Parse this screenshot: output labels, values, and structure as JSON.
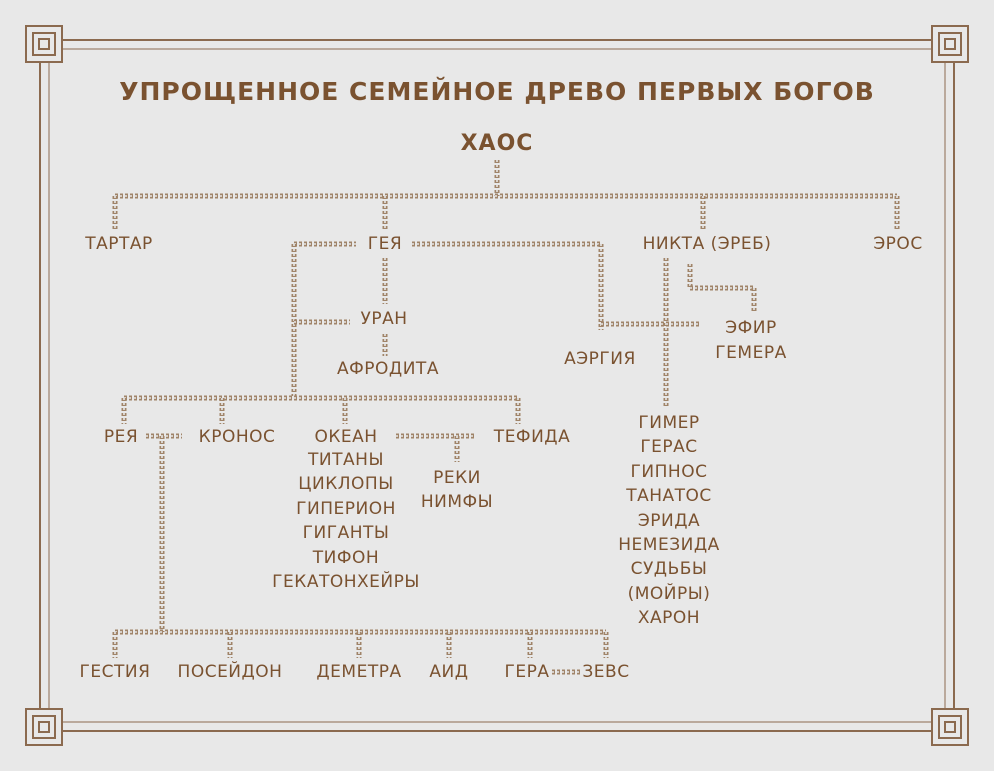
{
  "title": "УПРОЩЕННОЕ СЕМЕЙНОЕ ДРЕВО ПЕРВЫХ БОГОВ",
  "root": "ХАОС",
  "nodes": {
    "tartar": "ТАРТАР",
    "geya": "ГЕЯ",
    "nikta": "НИКТА (ЭРЕБ)",
    "eros": "ЭРОС",
    "uran": "УРАН",
    "afrodita": "АФРОДИТА",
    "aergiya": "АЭРГИЯ",
    "efir": "ЭФИР",
    "gemera": "ГЕМЕРА",
    "reya": "РЕЯ",
    "kronos": "КРОНОС",
    "okean": "ОКЕАН",
    "tefida": "ТЕФИДА",
    "reki": "РЕКИ",
    "nimfy": "НИМФЫ",
    "gestiya": "ГЕСТИЯ",
    "poseydon": "ПОСЕЙДОН",
    "demetra": "ДЕМЕТРА",
    "aid": "АИД",
    "gera": "ГЕРА",
    "zevs": "ЗЕВС"
  },
  "okean_siblings": [
    "ТИТАНЫ",
    "ЦИКЛОПЫ",
    "ГИПЕРИОН",
    "ГИГАНТЫ",
    "ТИФОН",
    "ГЕКАТОНХЕЙРЫ"
  ],
  "nikta_children": [
    "ГИМЕР",
    "ГЕРАС",
    "ГИПНОС",
    "ТАНАТОС",
    "ЭРИДА",
    "НЕМЕЗИДА",
    "СУДЬБЫ",
    "(МОЙРЫ)",
    "ХАРОН"
  ],
  "colors": {
    "background": "#e8e8e8",
    "ink": "#7a5230",
    "frame": "#8b6a4f",
    "chain": "#a08469"
  }
}
